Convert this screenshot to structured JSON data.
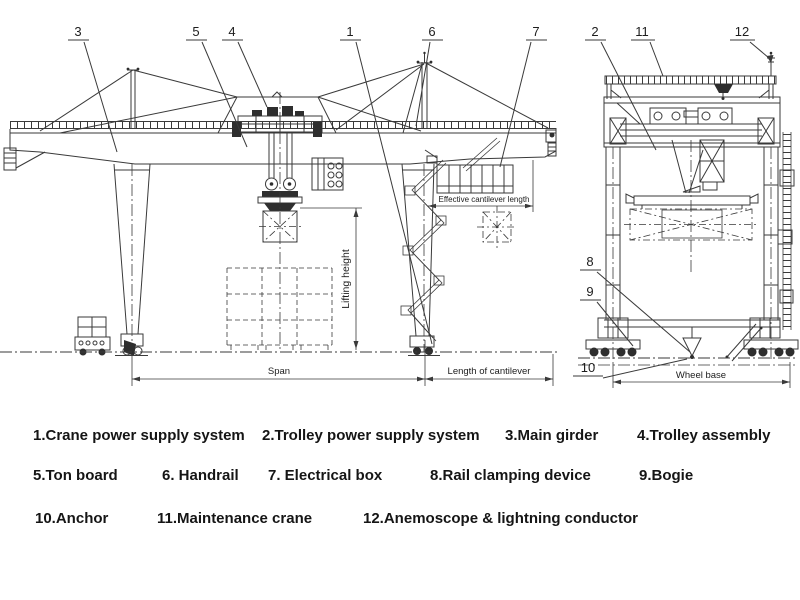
{
  "diagram": {
    "callouts": [
      {
        "id": "3"
      },
      {
        "id": "5"
      },
      {
        "id": "4"
      },
      {
        "id": "1"
      },
      {
        "id": "6"
      },
      {
        "id": "7"
      },
      {
        "id": "2"
      },
      {
        "id": "11"
      },
      {
        "id": "12"
      },
      {
        "id": "8"
      },
      {
        "id": "9"
      },
      {
        "id": "10"
      }
    ],
    "dimensions": {
      "span": "Span",
      "length_of_cantilever": "Length of cantilever",
      "effective_cantilever_length": "Effective cantilever length",
      "lifting_height": "Lifting height",
      "wheel_base": "Wheel base"
    }
  },
  "legend": {
    "items": [
      {
        "text": "1.Crane power supply system"
      },
      {
        "text": "2.Trolley power supply system"
      },
      {
        "text": "3.Main girder"
      },
      {
        "text": "4.Trolley assembly"
      },
      {
        "text": "5.Ton board"
      },
      {
        "text": "6. Handrail"
      },
      {
        "text": "7. Electrical box"
      },
      {
        "text": "8.Rail clamping device"
      },
      {
        "text": "9.Bogie"
      },
      {
        "text": "10.Anchor"
      },
      {
        "text": "11.Maintenance crane"
      },
      {
        "text": "12.Anemoscope & lightning conductor"
      }
    ]
  }
}
